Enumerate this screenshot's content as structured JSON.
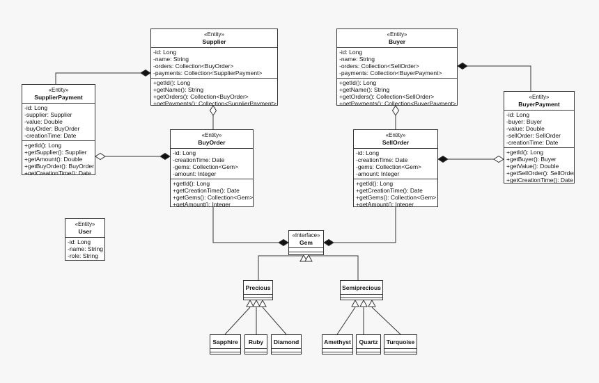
{
  "classes": {
    "supplier": {
      "stereotype": "«Entity»",
      "name": "Supplier",
      "attributes": [
        "-id: Long",
        "-name: String",
        "-orders: Collection<BuyOrder>",
        "-payments: Collection<SupplierPayment>"
      ],
      "operations": [
        "+getId(): Long",
        "+getName(): String",
        "+getOrders(): Collection<BuyOrder>",
        "+getPayments(): Collection<SupplierPayment>"
      ]
    },
    "buyer": {
      "stereotype": "«Entity»",
      "name": "Buyer",
      "attributes": [
        "-id: Long",
        "-name: String",
        "-orders: Collection<SellOrder>",
        "-payments: Collection<BuyerPayment>"
      ],
      "operations": [
        "+getId(): Long",
        "+getName(): String",
        "+getOrders(): Collection<SellOrder>",
        "+getPayments(): Collection<BuyerPayment>"
      ]
    },
    "supplier_payment": {
      "stereotype": "«Entity»",
      "name": "SupplierPayment",
      "attributes": [
        "-id: Long",
        "-supplier: Supplier",
        "-value: Double",
        "-buyOrder: BuyOrder",
        "-creationTime: Date"
      ],
      "operations": [
        "+getId(): Long",
        "+getSupplier(): Supplier",
        "+getAmount(): Double",
        "+getBuyOrder(): BuyOrder",
        "+getCreationTime(): Date"
      ]
    },
    "buyer_payment": {
      "stereotype": "«Entity»",
      "name": "BuyerPayment",
      "attributes": [
        "-id: Long",
        "-buyer: Buyer",
        "-value: Double",
        "-sellOrder: SellOrder",
        "-creationTime: Date"
      ],
      "operations": [
        "+getId(): Long",
        "+getBuyer(): Buyer",
        "+getValue(): Double",
        "+getSellOrder(): SellOrder",
        "+getCreationTime(): Date"
      ]
    },
    "buy_order": {
      "stereotype": "«Entity»",
      "name": "BuyOrder",
      "attributes": [
        "-id: Long",
        "-creationTime: Date",
        "-gems: Collection<Gem>",
        "-amount: Integer"
      ],
      "operations": [
        "+getId(): Long",
        "+getCreationTime(): Date",
        "+getGems(): Collection<Gem>",
        "+getAmount(): Integer"
      ]
    },
    "sell_order": {
      "stereotype": "«Entity»",
      "name": "SellOrder",
      "attributes": [
        "-id: Long",
        "-creationTime: Date",
        "-gems: Collection<Gem>",
        "-amount: Integer"
      ],
      "operations": [
        "+getId(): Long",
        "+getCreationTime(): Date",
        "+getGems(): Collection<Gem>",
        "+getAmount(): Integer"
      ]
    },
    "user": {
      "stereotype": "«Entity»",
      "name": "User",
      "attributes": [
        "-id: Long",
        "-name: String",
        "-role: String"
      ],
      "operations": []
    },
    "gem": {
      "stereotype": "«Interface»",
      "name": "Gem",
      "attributes": [],
      "operations": []
    },
    "precious": {
      "name": "Precious",
      "attributes": [],
      "operations": []
    },
    "semiprecious": {
      "name": "Semiprecious",
      "attributes": [],
      "operations": []
    },
    "sapphire": {
      "name": "Sapphire",
      "attributes": [],
      "operations": []
    },
    "ruby": {
      "name": "Ruby",
      "attributes": [],
      "operations": []
    },
    "diamond": {
      "name": "Diamond",
      "attributes": [],
      "operations": []
    },
    "amethyst": {
      "name": "Amethyst",
      "attributes": [],
      "operations": []
    },
    "quartz": {
      "name": "Quartz",
      "attributes": [],
      "operations": []
    },
    "turquoise": {
      "name": "Turquoise",
      "attributes": [],
      "operations": []
    }
  },
  "relationships": [
    {
      "from": "supplier",
      "to": "supplier_payment",
      "type": "composition"
    },
    {
      "from": "supplier",
      "to": "buy_order",
      "type": "aggregation"
    },
    {
      "from": "buyer",
      "to": "buyer_payment",
      "type": "composition"
    },
    {
      "from": "buyer",
      "to": "sell_order",
      "type": "aggregation"
    },
    {
      "from": "buy_order",
      "to": "supplier_payment",
      "type": "composition-aggregation"
    },
    {
      "from": "sell_order",
      "to": "buyer_payment",
      "type": "composition-aggregation"
    },
    {
      "from": "buy_order",
      "to": "gem",
      "type": "composition"
    },
    {
      "from": "sell_order",
      "to": "gem",
      "type": "composition"
    },
    {
      "from": "precious",
      "to": "gem",
      "type": "realization"
    },
    {
      "from": "semiprecious",
      "to": "gem",
      "type": "realization"
    },
    {
      "from": "sapphire",
      "to": "precious",
      "type": "generalization"
    },
    {
      "from": "ruby",
      "to": "precious",
      "type": "generalization"
    },
    {
      "from": "diamond",
      "to": "precious",
      "type": "generalization"
    },
    {
      "from": "amethyst",
      "to": "semiprecious",
      "type": "generalization"
    },
    {
      "from": "quartz",
      "to": "semiprecious",
      "type": "generalization"
    },
    {
      "from": "turquoise",
      "to": "semiprecious",
      "type": "generalization"
    }
  ]
}
